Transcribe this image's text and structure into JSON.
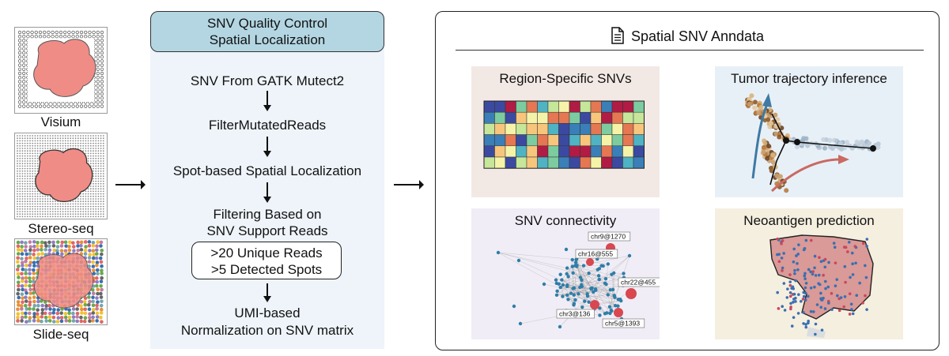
{
  "platforms": {
    "visium_label": "Visium",
    "stereo_label": "Stereo-seq",
    "slide_label": "Slide-seq"
  },
  "pipeline": {
    "header_line1": "SNV Quality Control",
    "header_line2": "Spatial Localization",
    "step1": "SNV From GATK Mutect2",
    "step2": "FilterMutatedReads",
    "step3": "Spot-based Spatial Localization",
    "step4_line1": "Filtering Based on",
    "step4_line2": "SNV Support Reads",
    "criteria_line1": ">20 Unique Reads",
    "criteria_line2": ">5 Detected Spots",
    "step5_line1": "UMI-based",
    "step5_line2": "Normalization on SNV matrix"
  },
  "output": {
    "title": "Spatial SNV Anndata",
    "title_icon": "document-icon",
    "panels": {
      "region": {
        "title": "Region-Specific SNVs",
        "bg": "#f3e9e4"
      },
      "trajectory": {
        "title": "Tumor trajectory inference",
        "bg": "#e8f0f7"
      },
      "connectivity": {
        "title": "SNV connectivity",
        "bg": "#f1edf6",
        "node_labels": [
          "chr9@1270",
          "chr16@555",
          "chr22@455",
          "chr3@136",
          "chr5@1393"
        ]
      },
      "neoantigen": {
        "title": "Neoantigen prediction",
        "bg": "#f5efe0"
      }
    }
  },
  "colors": {
    "tissue": "#ef8c86",
    "header_bg": "#b3d6e2",
    "panel_bg": "#eef4fa",
    "heatmap_scale": [
      "#3b4aa0",
      "#3a7fb8",
      "#4fb3c3",
      "#7ccc9f",
      "#c6e69a",
      "#f4f3a8",
      "#f7c67c",
      "#e57752",
      "#b01c44"
    ]
  }
}
